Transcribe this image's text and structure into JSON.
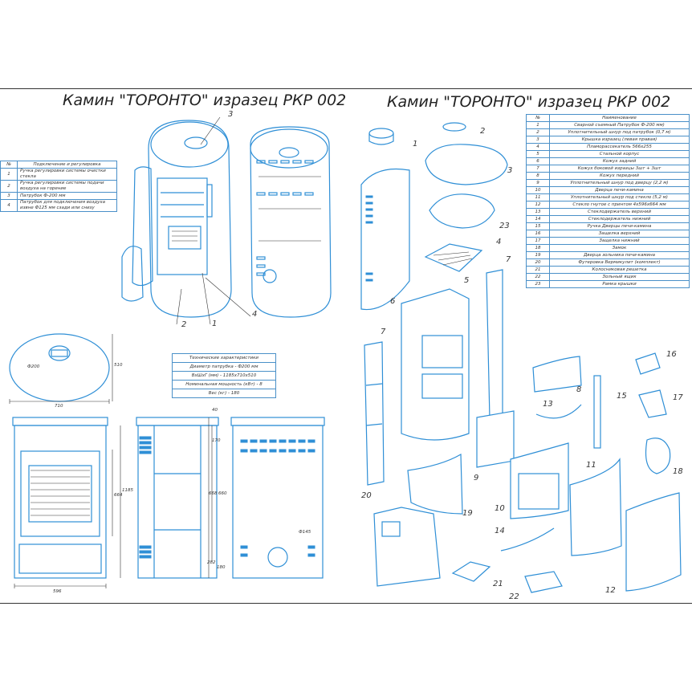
{
  "titles": {
    "left": "Камин \"ТОРОНТО\" изразец РКР 002",
    "right": "Камин \"ТОРОНТО\" изразец РКР 002"
  },
  "control_table": {
    "headers": [
      "№",
      "Подключение и регулировка"
    ],
    "rows": [
      [
        "1",
        "Ручка регулировки системы очистки стекла"
      ],
      [
        "2",
        "Ручка регулировки системы подачи воздуха на горение"
      ],
      [
        "3",
        "Патрубок Ф-200 мм"
      ],
      [
        "4",
        "Патрубок для подключения воздуха извне Ф125 мм сзади или снизу"
      ]
    ]
  },
  "tech_table": {
    "header": "Технические характеристики",
    "rows": [
      "Диаметр патрубка - Ф200 мм",
      "ВхШхГ (мм) - 1185х710х510",
      "Номинальная мощность (кВт) - 8",
      "Вес (кг) - 180"
    ]
  },
  "parts_table": {
    "headers": [
      "№",
      "Наименование"
    ],
    "rows": [
      [
        "1",
        "Сварной съемный Патрубок Ф-200 мм)"
      ],
      [
        "2",
        "Уплотнительный шнур под патрубок (0,7 м)"
      ],
      [
        "3",
        "Крышка изразец (левая правая)"
      ],
      [
        "4",
        "Пламорассекатель 566х255"
      ],
      [
        "5",
        "Стальной корпус"
      ],
      [
        "6",
        "Кожух задний"
      ],
      [
        "7",
        "Кожух боковой изразцы 3шт + 3шт"
      ],
      [
        "8",
        "Кожух передний"
      ],
      [
        "9",
        "Уплотнительный шнур под дверцу (2,2 м)"
      ],
      [
        "10",
        "Дверца печи-камина"
      ],
      [
        "11",
        "Уплотнительный шнур под стекло (5,2 м)"
      ],
      [
        "12",
        "Стекло гнутое с принтом 4х596х664 мм"
      ],
      [
        "13",
        "Стеклодержатель верхний"
      ],
      [
        "14",
        "Стеклодержатель нижний"
      ],
      [
        "15",
        "Ручка Дверцы печи-камина"
      ],
      [
        "16",
        "Защелка верхний"
      ],
      [
        "17",
        "Защелка нижний"
      ],
      [
        "18",
        "Замок"
      ],
      [
        "19",
        "Дверца зольника печи-камина"
      ],
      [
        "20",
        "Футеровка Вермикулит (комплект)"
      ],
      [
        "21",
        "Колосниковая решетка"
      ],
      [
        "22",
        "Зольный ящик"
      ],
      [
        "23",
        "Рамка крышки"
      ]
    ]
  },
  "callouts_left": [
    "3",
    "2",
    "1",
    "4"
  ],
  "callouts_right": [
    "1",
    "2",
    "3",
    "23",
    "4",
    "5",
    "7",
    "6",
    "7",
    "16",
    "17",
    "18",
    "8",
    "13",
    "15",
    "9",
    "11",
    "10",
    "14",
    "19",
    "20",
    "21",
    "22",
    "12"
  ],
  "dimensions": {
    "top_width": "710",
    "top_depth": "510",
    "flue_dia": "Ф200",
    "front_width": "596",
    "side_height_total": "1185",
    "side_height_door": "664",
    "back_dims": [
      "40",
      "170",
      "668",
      "660",
      "282",
      "180"
    ],
    "back_dia": "Ф145"
  },
  "colors": {
    "line_blue": "#2f8fd6",
    "table_blue": "#4a90c8"
  }
}
